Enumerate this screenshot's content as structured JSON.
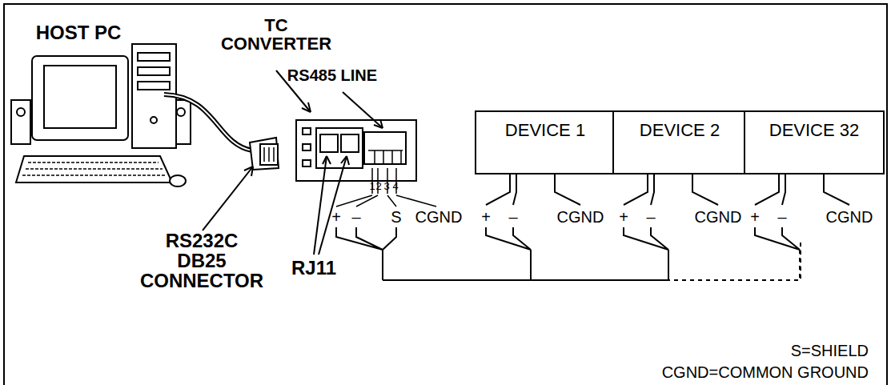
{
  "diagram": {
    "nodes": [
      {
        "text": [
          "DEVICE 1"
        ]
      },
      {
        "text": [
          "DEVICE 2"
        ]
      },
      {
        "text": [
          "DEVICE 32"
        ]
      }
    ],
    "edges": [
      {
        "from": 0,
        "to": 1,
        "arrow": "none"
      },
      {
        "from": 1,
        "to": 2,
        "arrow": "none"
      }
    ],
    "labels": [
      "HOST PC",
      "TC CONVERTER",
      "RS485 LINE",
      "RS232C DB25 CONNECTOR",
      "RJ11",
      "1",
      "2",
      "3",
      "4",
      "+",
      "–",
      "S",
      "CGND",
      "+",
      "–",
      "CGND",
      "+",
      "–",
      "CGND",
      "+",
      "–",
      "CGND",
      "S=SHIELD",
      "CGND=COMMON GROUND"
    ]
  }
}
